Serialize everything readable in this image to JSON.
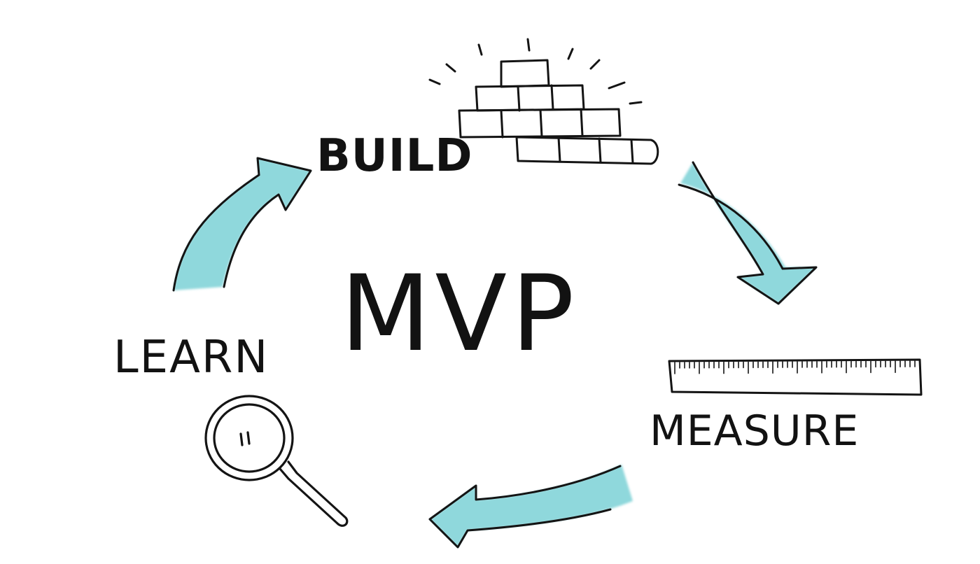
{
  "diagram": {
    "center": "MVP",
    "stages": {
      "build": "BUILD",
      "measure": "MEASURE",
      "learn": "LEARN"
    },
    "colors": {
      "arrow_fill": "#8fd8dc",
      "ink": "#141414",
      "background": "#ffffff"
    },
    "icons": {
      "build": "brick-wall-icon",
      "measure": "ruler-icon",
      "learn": "magnifying-glass-icon"
    }
  }
}
